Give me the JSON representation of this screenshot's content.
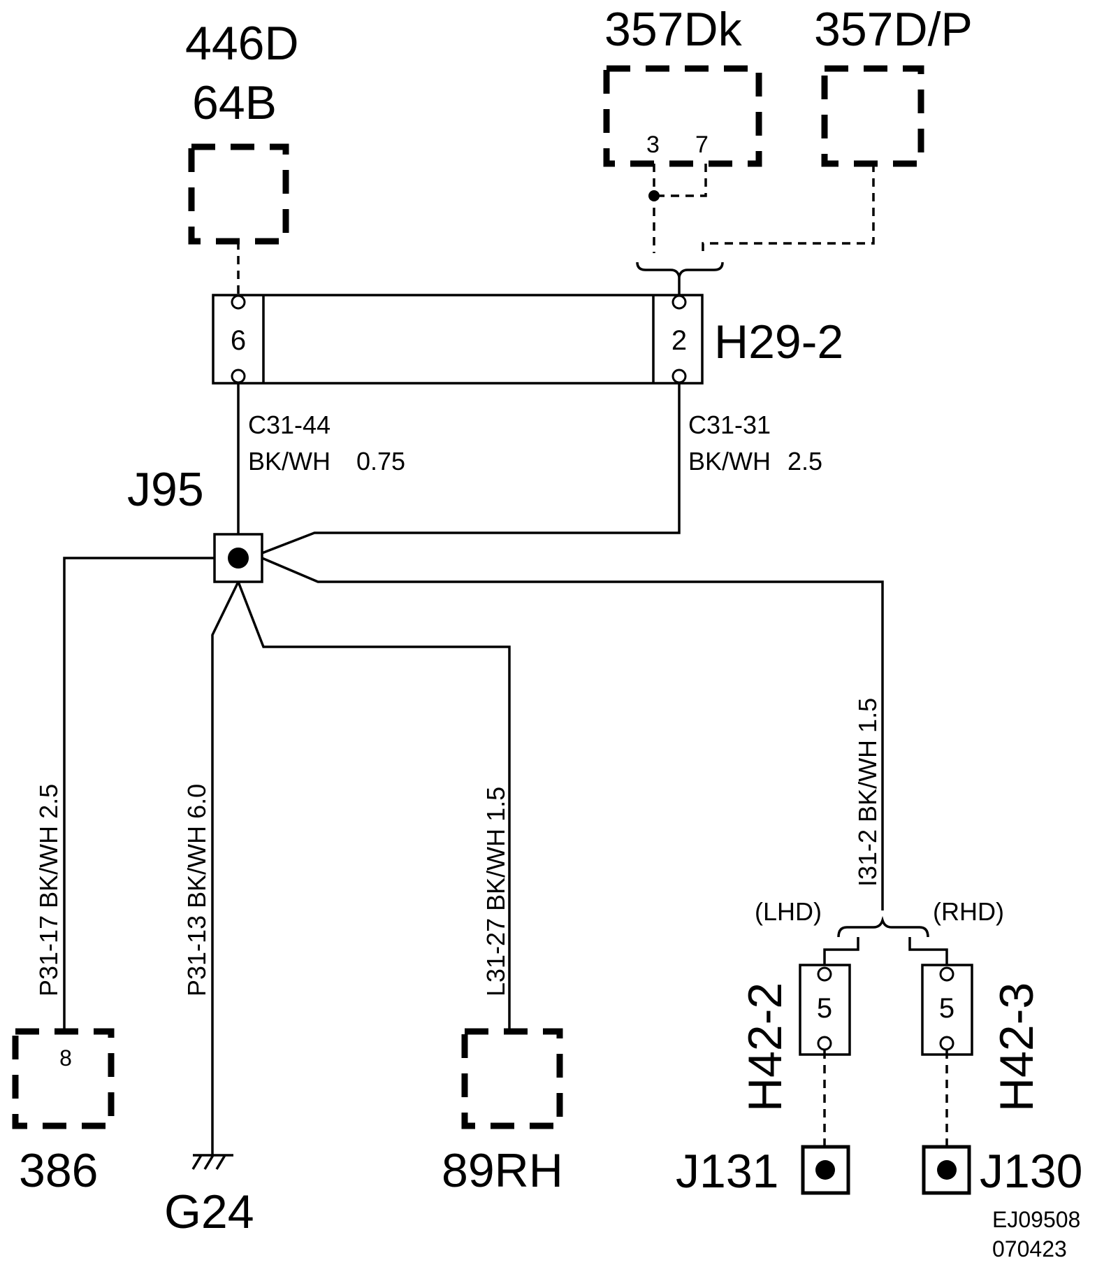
{
  "components": {
    "c446d": {
      "label_top": "446D",
      "label_sub": "64B"
    },
    "c357dk": {
      "label": "357Dk",
      "pin_a": "3",
      "pin_b": "7"
    },
    "c357dp": {
      "label": "357D/P"
    },
    "c386": {
      "label": "386",
      "pin": "8"
    },
    "c89rh": {
      "label": "89RH"
    },
    "ground": {
      "label": "G24"
    }
  },
  "connectors": {
    "h29_2": {
      "label": "H29-2",
      "pin_left": "6",
      "pin_right": "2"
    },
    "h42_2": {
      "label": "H42-2",
      "pin": "5"
    },
    "h42_3": {
      "label": "H42-3",
      "pin": "5"
    }
  },
  "joints": {
    "j95": "J95",
    "j131": "J131",
    "j130": "J130"
  },
  "wires": {
    "c31_44": {
      "circuit": "C31-44",
      "spec": "BK/WH",
      "size": "0.75"
    },
    "c31_31": {
      "circuit": "C31-31",
      "spec": "BK/WH",
      "size": "2.5"
    },
    "p31_17": "P31-17  BK/WH  2.5",
    "p31_13": "P31-13  BK/WH  6.0",
    "l31_27": "L31-27  BK/WH  1.5",
    "i31_2": "I31-2  BK/WH  1.5"
  },
  "options": {
    "lhd": "(LHD)",
    "rhd": "(RHD)"
  },
  "reference": {
    "code": "EJ09508",
    "date": "070423"
  }
}
